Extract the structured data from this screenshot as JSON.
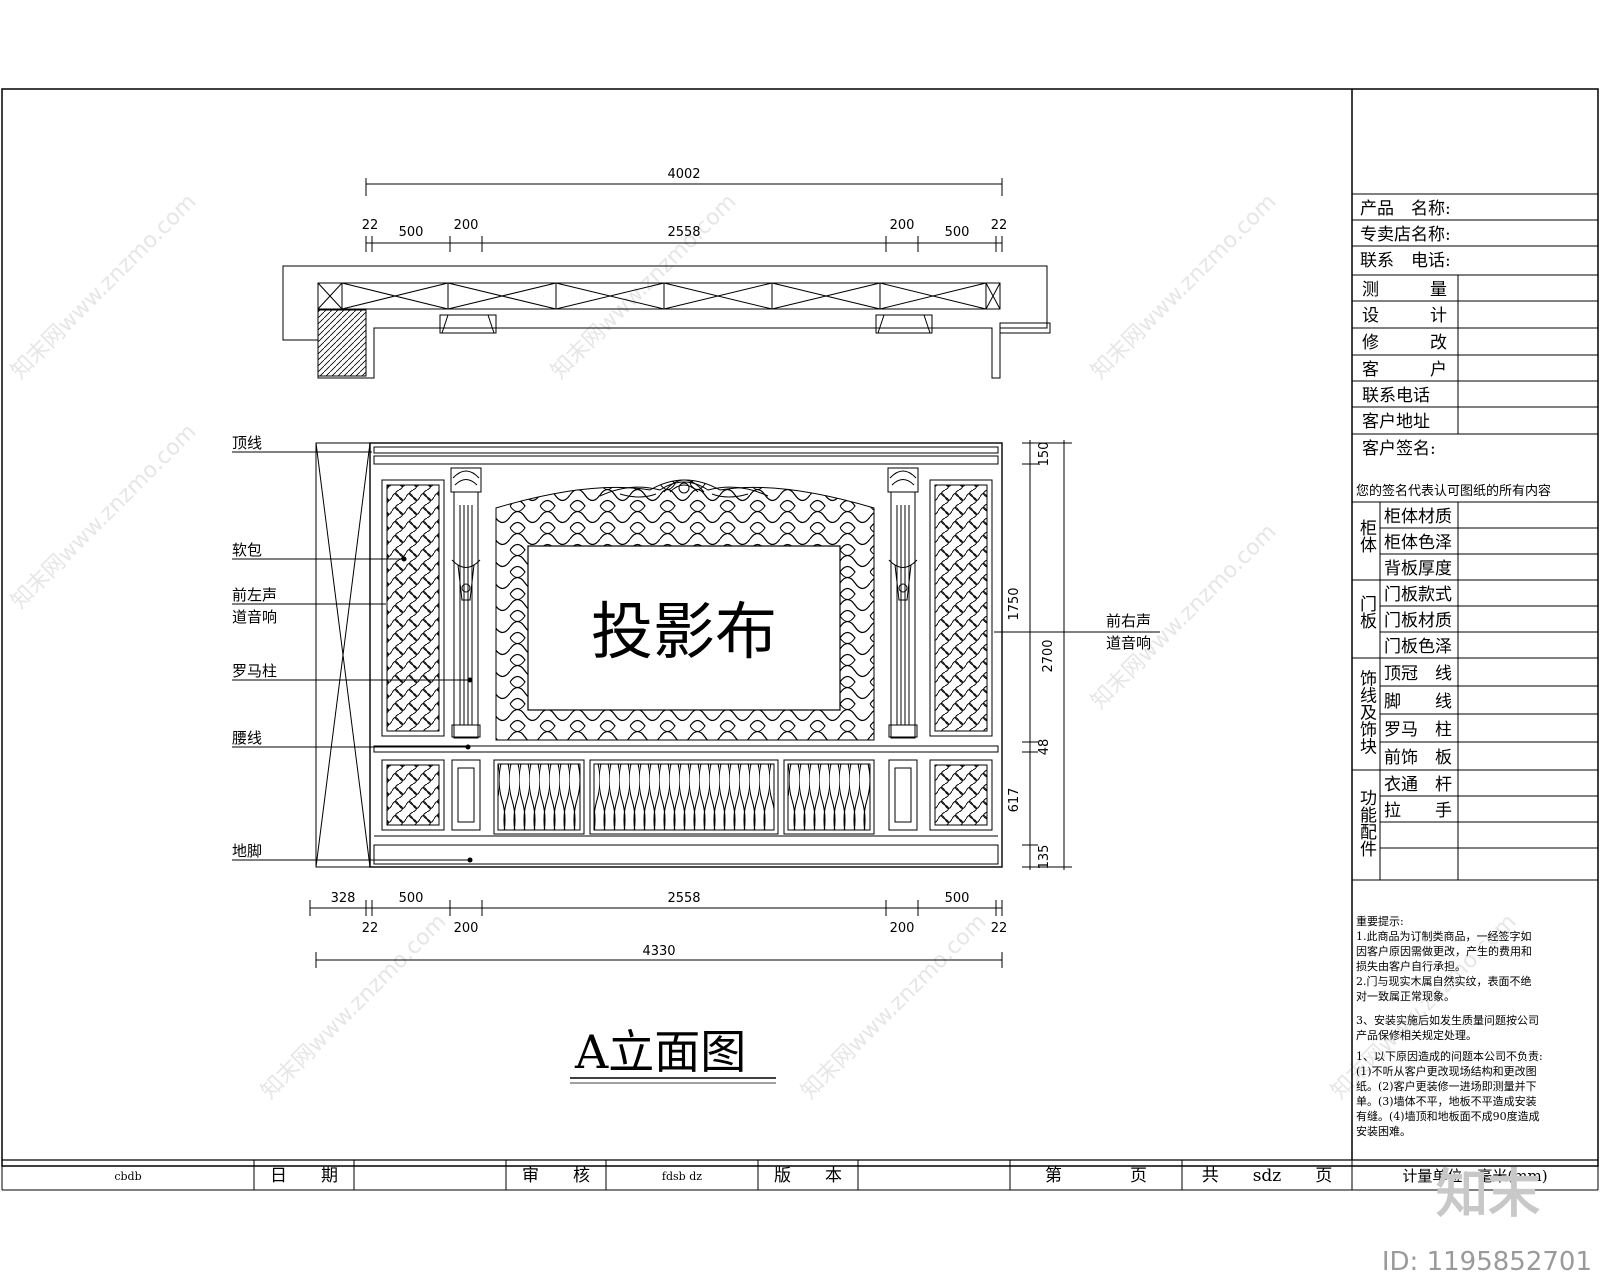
{
  "drawing": {
    "screen_label": "投影布",
    "title": "A立面图"
  },
  "callouts": {
    "left": [
      "顶线",
      "软包",
      "前左声",
      "道音响",
      "罗马柱",
      "腰线",
      "地脚"
    ],
    "right": [
      "前右声",
      "道音响"
    ]
  },
  "dimensions": {
    "plan_total": "4002",
    "plan_segments": [
      "22",
      "500",
      "200",
      "2558",
      "200",
      "500",
      "22"
    ],
    "elev_row1": [
      "328",
      "500",
      "2558",
      "500"
    ],
    "elev_row2": [
      "22",
      "200",
      "200",
      "22"
    ],
    "elev_total": "4330",
    "vertical": [
      "150",
      "1750",
      "2700",
      "48",
      "617",
      "135"
    ]
  },
  "title_block": {
    "top_fields": [
      "产品　名称:",
      "专卖店名称:",
      "联系　电话:"
    ],
    "rows": [
      "测　　　量",
      "设　　　计",
      "修　　　改",
      "客　　　户",
      "联系电话",
      "客户地址"
    ],
    "signature": "客户签名:",
    "signature_note": "您的签名代表认可图纸的所有内容",
    "groups": [
      {
        "name": "柜体",
        "items": [
          "柜体材质",
          "柜体色泽",
          "背板厚度"
        ]
      },
      {
        "name": "门板",
        "items": [
          "门板款式",
          "门板材质",
          "门板色泽"
        ]
      },
      {
        "name": "饰线及饰块",
        "items": [
          "顶冠　线",
          "脚　　线",
          "罗马　柱",
          "前饰　板"
        ]
      },
      {
        "name": "功能配件",
        "items": [
          "衣通　杆",
          "拉　　手",
          "",
          "",
          ""
        ]
      }
    ],
    "notes": [
      "重要提示:",
      "1.此商品为订制类商品，一经签字如",
      "因客户原因需做更改，产生的费用和",
      "损失由客户自行承担。",
      "2.门与现实木属自然实纹，表面不绝",
      "对一致属正常现象。",
      "3、安装实施后如发生质量问题按公司",
      "产品保修相关规定处理。",
      "1、以下原因造成的问题本公司不负责:",
      "(1)不听从客户更改现场结构和更改图",
      "纸。(2)客户更装修一进场即测量并下",
      "单。(3)墙体不平，地板不平造成安装",
      "有缝。(4)墙顶和地板面不成90度造成",
      "安装困难。"
    ]
  },
  "bottom_bar": {
    "cells": [
      "cbdb",
      "日　　期",
      "",
      "审　　核",
      "fdsb dz",
      "版　　本",
      "",
      "第　　　　页",
      "共　　sdz　　页"
    ],
    "unit": "计量单位：毫米(mm)"
  },
  "overlay": {
    "brand": "知末",
    "id_text": "ID: 1195852701",
    "watermark": "知末网www.znzmo.com"
  }
}
